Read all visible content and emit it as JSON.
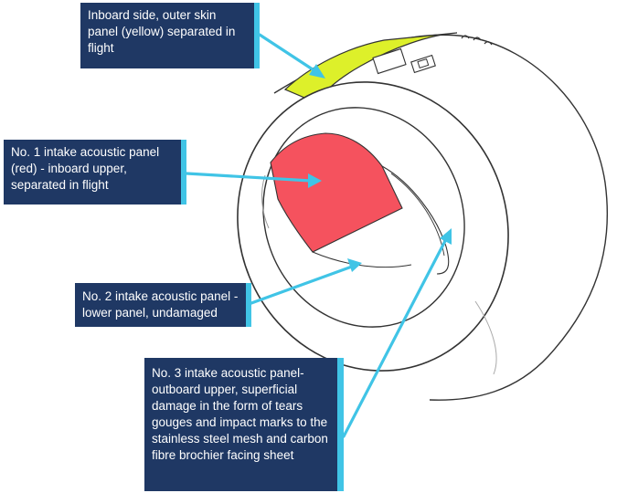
{
  "callouts": [
    {
      "text": "Inboard side, outer skin panel (yellow) separated in flight",
      "color": "#ffffff"
    },
    {
      "text": "No. 1 intake acoustic panel (red) - inboard upper, separated in flight"
    },
    {
      "text": "No. 2 intake acoustic panel - lower panel, undamaged"
    },
    {
      "text": "No. 3 intake acoustic panel- outboard upper, superficial damage in the form of tears gouges and impact marks to the stainless steel mesh and carbon fibre brochier facing sheet"
    }
  ],
  "colors": {
    "callout_background": "#1f3864",
    "callout_text": "#ffffff",
    "leader_line": "#40c4e6",
    "outer_skin_panel": "#ddf02a",
    "acoustic_panel_no1": "#f5525e",
    "outline": "#333333"
  }
}
